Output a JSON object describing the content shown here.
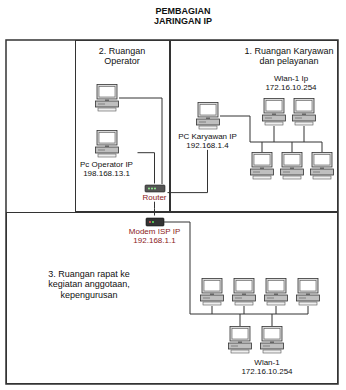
{
  "diagram": {
    "title": "PEMBAGIAN JARINGAN IP",
    "nodes": [
      {
        "text": [
          "2. Ruangan Operator"
        ]
      },
      {
        "text": [
          "1. Ruangan Karyawan dan pelayanan"
        ]
      },
      {
        "text": [
          "3. Ruangan rapat ke kegiatan anggotaan, kepengurusan"
        ]
      },
      {
        "text": [
          "Pc Operator IP 198.168.13.1"
        ],
        "in": 0
      },
      {
        "text": [
          "Router"
        ],
        "in": 0
      },
      {
        "text": [
          "PC Karyawan IP 192.168.1.4"
        ],
        "in": 1
      },
      {
        "text": [
          "Modem ISP IP 192.168.1.1"
        ],
        "in": 2
      }
    ],
    "edges": [
      {
        "from": 3,
        "to": 4,
        "arrow": "none"
      },
      {
        "from": 4,
        "to": 5,
        "arrow": "none"
      },
      {
        "from": 4,
        "to": 6,
        "arrow": "none"
      }
    ],
    "labels": [
      "Wlan-1 Ip 172.16.10.254",
      "Wlan-1 172.16.10.254"
    ]
  }
}
